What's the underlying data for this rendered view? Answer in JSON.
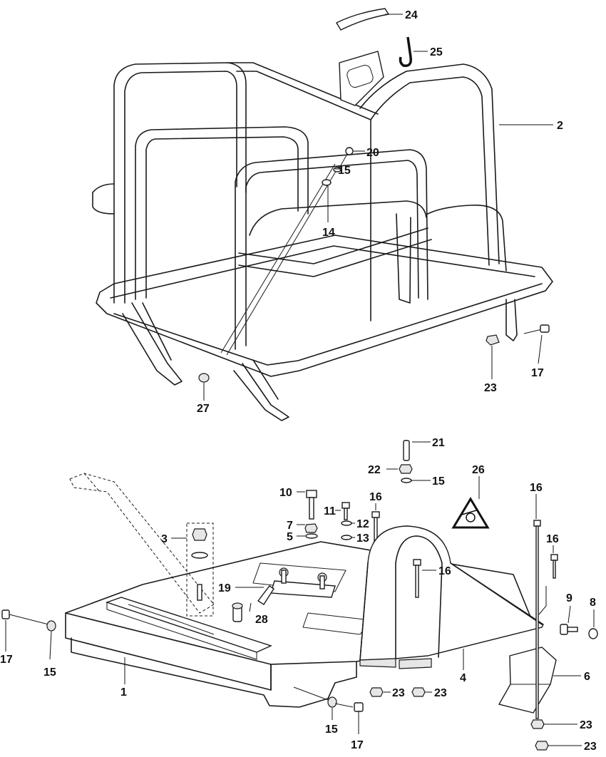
{
  "diagram": {
    "type": "exploded-parts-view",
    "labels": {
      "p1": "1",
      "p2": "2",
      "p3": "3",
      "p4": "4",
      "p5": "5",
      "p6": "6",
      "p7": "7",
      "p8": "8",
      "p9": "9",
      "p10": "10",
      "p11": "11",
      "p12": "12",
      "p13": "13",
      "p14": "14",
      "p15": "15",
      "p16": "16",
      "p17": "17",
      "p19": "19",
      "p20": "20",
      "p21": "21",
      "p22": "22",
      "p23": "23",
      "p24": "24",
      "p25": "25",
      "p26": "26",
      "p27": "27",
      "p28": "28"
    }
  }
}
